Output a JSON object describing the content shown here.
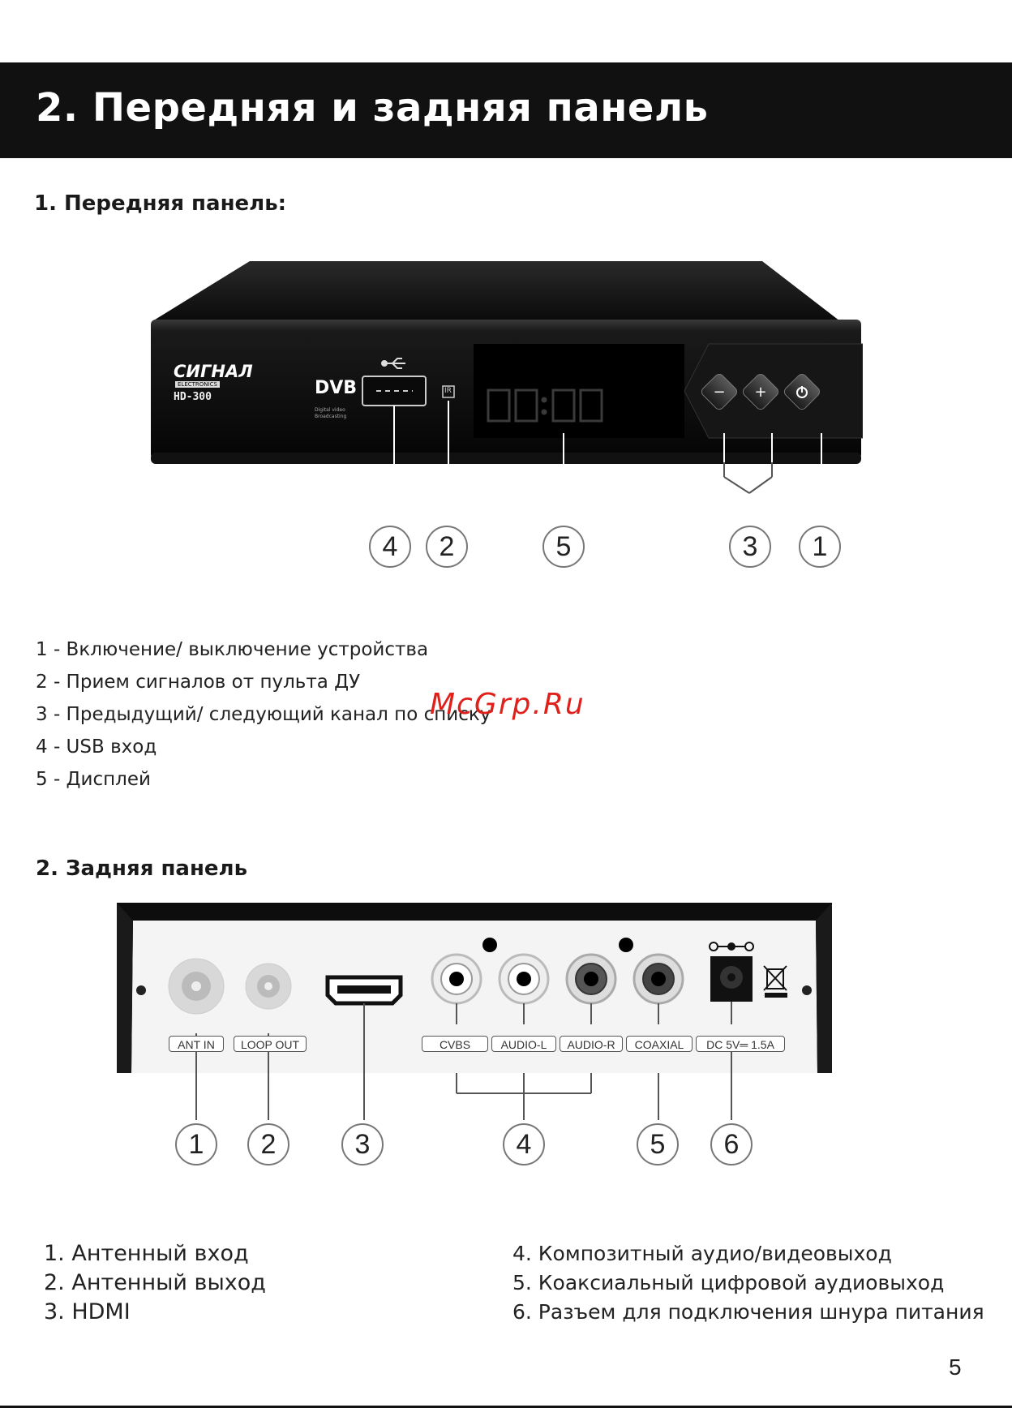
{
  "header": {
    "title": "2. Передняя и задняя панель"
  },
  "front_section": {
    "heading": "1. Передняя панель:",
    "device": {
      "brand": "СИГНАЛ",
      "brand_sub": "ELECTRONICS",
      "model": "HD-300",
      "dvb_logo": "DVB",
      "dvb_sub1": "Digital video",
      "dvb_sub2": "Broadcasting",
      "ir_label": "IR"
    },
    "callouts": [
      "4",
      "2",
      "5",
      "3",
      "1"
    ],
    "items": [
      "1 - Включение/ выключение устройства",
      "2 - Прием сигналов от пульта ДУ",
      "3 - Предыдущий/ следующий канал по списку",
      "4 - USB вход",
      "5 - Дисплей"
    ]
  },
  "watermark": "McGrp.Ru",
  "rear_section": {
    "heading": "2. Задняя панель",
    "port_labels": [
      "ANT IN",
      "LOOP OUT",
      "CVBS",
      "AUDIO-L",
      "AUDIO-R",
      "COAXIAL",
      "DC 5V═ 1.5A"
    ],
    "callouts": [
      "1",
      "2",
      "3",
      "4",
      "5",
      "6"
    ],
    "items_left": [
      "1. Антенный вход",
      "2. Антенный выход",
      "3. HDMI"
    ],
    "items_right": [
      "4. Композитный аудио/видеовыход",
      "5. Коаксиальный цифровой аудиовыход",
      "6. Разъем для подключения шнура питания"
    ]
  },
  "page_number": "5",
  "colors": {
    "band": "#111111",
    "watermark": "#e0201a",
    "device_body": "#0b0b0b",
    "rear_panel": "#f4f4f4"
  }
}
